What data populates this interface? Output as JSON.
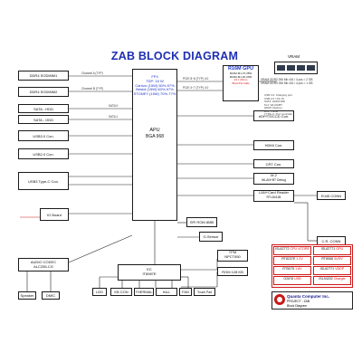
{
  "diagram": {
    "title": "ZAB BLOCK DIAGRAM",
    "vram": {
      "label": "VRAM",
      "detail": "VRAM DDR3 256 Mb x16 / 4 pcs = 2 GB\nVRAM DDR3 256 Mb x16 / 4 pcs = 1 GB"
    },
    "gpu": {
      "name": "R16M GPU",
      "lines": [
        "R16M-M1-70 25W",
        "R16M-M1-30 20W",
        "23 x 23mm",
        "BGA 631 balls"
      ],
      "links": [
        "PCIE 8~8 (TYP) 4.0",
        "PCIE 4~7 (TYP) 4.0"
      ]
    },
    "apu": {
      "cpu_lines": [
        "FP4",
        "TDP: 15 W",
        "Carrizo (15W) 50%-97%",
        "Bristol (15W) 60%-97%",
        "STONEY (15W) 70%-77%"
      ],
      "name": "APU",
      "package": "BGA 968"
    },
    "memory": [
      {
        "label": "DDR4 SODIMM1",
        "bus": "Channel A (TYP)"
      },
      {
        "label": "DDR4 SODIMM2",
        "bus": "Channel B (TYP)"
      }
    ],
    "storage": [
      {
        "label": "SATA - HDD",
        "bus": "SATA 0"
      },
      {
        "label": "SATA - ODD",
        "bus": "SATA 1"
      }
    ],
    "usb_left": [
      {
        "label": "USB3.0 Con."
      },
      {
        "label": "USB2.0 Con."
      },
      {
        "label": "USB3 Type-C Con."
      }
    ],
    "io_left": [
      {
        "label": "IO Board"
      },
      {
        "label": "AUDIO CODEC",
        "sub": "ALC255-CG"
      },
      {
        "label": "Speaker"
      },
      {
        "label": "DMIC"
      }
    ],
    "right_blocks": [
      {
        "label": "eDP/TS/CCD Con."
      },
      {
        "label": "HDMI Con."
      },
      {
        "label": "CRT Con."
      },
      {
        "label": "M.2",
        "sub": "WLAN+BT Debug"
      },
      {
        "label": "LAN+Card Reader",
        "sub": "RTL8411B"
      },
      {
        "label": "RJ45 CONN"
      },
      {
        "label": "C.R. CONN"
      }
    ],
    "bottom_blocks": [
      {
        "label": "SPI ROM 8MB"
      },
      {
        "label": "G-Sensor"
      },
      {
        "label": "TPM",
        "sub": "NPCT650"
      },
      {
        "label": "ROM 128 KB"
      },
      {
        "label": "EC",
        "sub": "IT8987E"
      },
      {
        "label": "LED"
      },
      {
        "label": "KB CON"
      },
      {
        "label": "THERMAL"
      },
      {
        "label": "HALL SENSOR"
      },
      {
        "label": "FAN"
      },
      {
        "label": "Touch Pad"
      }
    ],
    "power_boxes": [
      {
        "label": "ISL62772",
        "sub": "CPU VCORE"
      },
      {
        "label": "ISL62771",
        "sub": "GPU"
      },
      {
        "label": "RT8237E",
        "sub": "1.2V"
      },
      {
        "label": "RT8068",
        "sub": "3V/5V"
      },
      {
        "label": "RT5075",
        "sub": "1.8V"
      },
      {
        "label": "ISL62771",
        "sub": "VDDP"
      },
      {
        "label": "G2676",
        "sub": "USB"
      },
      {
        "label": "ISL94202",
        "sub": "Charger"
      }
    ],
    "legend": "USB 3.0: Charging port\nUSB 2.0 / DC IN\nSATA: HDD/ODD\nM.2: WLAN/BT\nHDMI: Retimer\neDP: Panel\nTYPE-C: Port controller",
    "title_block": {
      "company": "Quanta Computer Inc.",
      "project": "PROJECT : ZAB",
      "sheet": "Block Diagram"
    }
  }
}
